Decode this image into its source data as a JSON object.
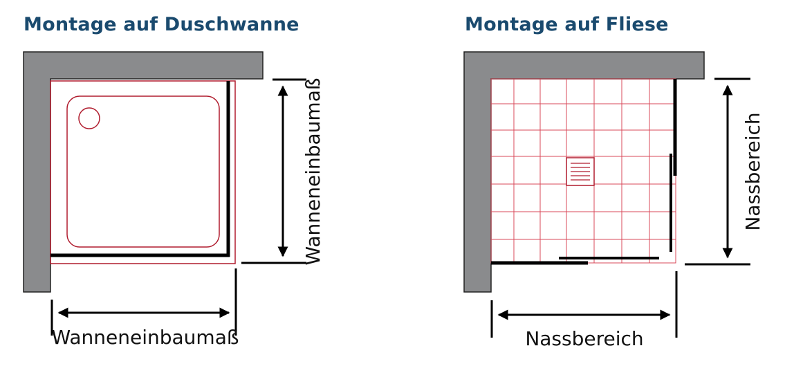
{
  "colors": {
    "title": "#1a4a6e",
    "wall": "#8a8b8d",
    "wall_outline": "#222222",
    "red_outline": "#b01c2e",
    "tile_grid": "#d9495a",
    "frame": "#000000"
  },
  "left_panel": {
    "title": "Montage auf Duschwanne",
    "dimension_horizontal": "Wanneneinbaumaß",
    "dimension_vertical": "Wanneneinbaumaß",
    "icons": [
      "corner-wall-icon",
      "shower-tray-icon",
      "drain-circle-icon",
      "dimension-arrow-icon"
    ]
  },
  "right_panel": {
    "title": "Montage auf Fliese",
    "dimension_horizontal": "Nassbereich",
    "dimension_vertical": "Nassbereich",
    "icons": [
      "corner-wall-icon",
      "tile-grid-icon",
      "floor-drain-icon",
      "dimension-arrow-icon"
    ]
  }
}
